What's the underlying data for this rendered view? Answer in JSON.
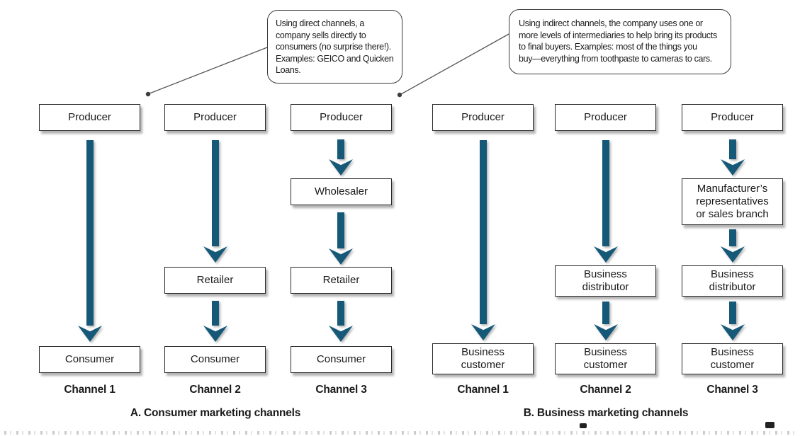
{
  "callouts": [
    {
      "text": "Using direct channels, a\ncompany sells directly to\nconsumers (no surprise there!).\nExamples: GEICO and Quicken\nLoans."
    },
    {
      "text": "Using indirect channels, the company uses one or\nmore levels of intermediaries to help bring its products\nto final buyers. Examples: most of the things you\nbuy—everything from toothpaste to cameras to cars."
    }
  ],
  "sections": [
    {
      "title": "A. Consumer marketing channels",
      "channels": [
        {
          "label": "Channel 1",
          "nodes": [
            "Producer",
            "Consumer"
          ]
        },
        {
          "label": "Channel 2",
          "nodes": [
            "Producer",
            "Retailer",
            "Consumer"
          ]
        },
        {
          "label": "Channel 3",
          "nodes": [
            "Producer",
            "Wholesaler",
            "Retailer",
            "Consumer"
          ]
        }
      ]
    },
    {
      "title": "B. Business marketing channels",
      "channels": [
        {
          "label": "Channel 1",
          "nodes": [
            "Producer",
            "Business\ncustomer"
          ]
        },
        {
          "label": "Channel 2",
          "nodes": [
            "Producer",
            "Business\ndistributor",
            "Business\ncustomer"
          ]
        },
        {
          "label": "Channel 3",
          "nodes": [
            "Producer",
            "Manufacturer’s\nrepresentatives\nor sales branch",
            "Business\ndistributor",
            "Business\ncustomer"
          ]
        }
      ]
    }
  ],
  "colors": {
    "arrow": "#155878",
    "box_border": "#2a2a2a",
    "callout_border": "#3a3a3a",
    "line": "#555555",
    "text": "#1a1a1a"
  }
}
